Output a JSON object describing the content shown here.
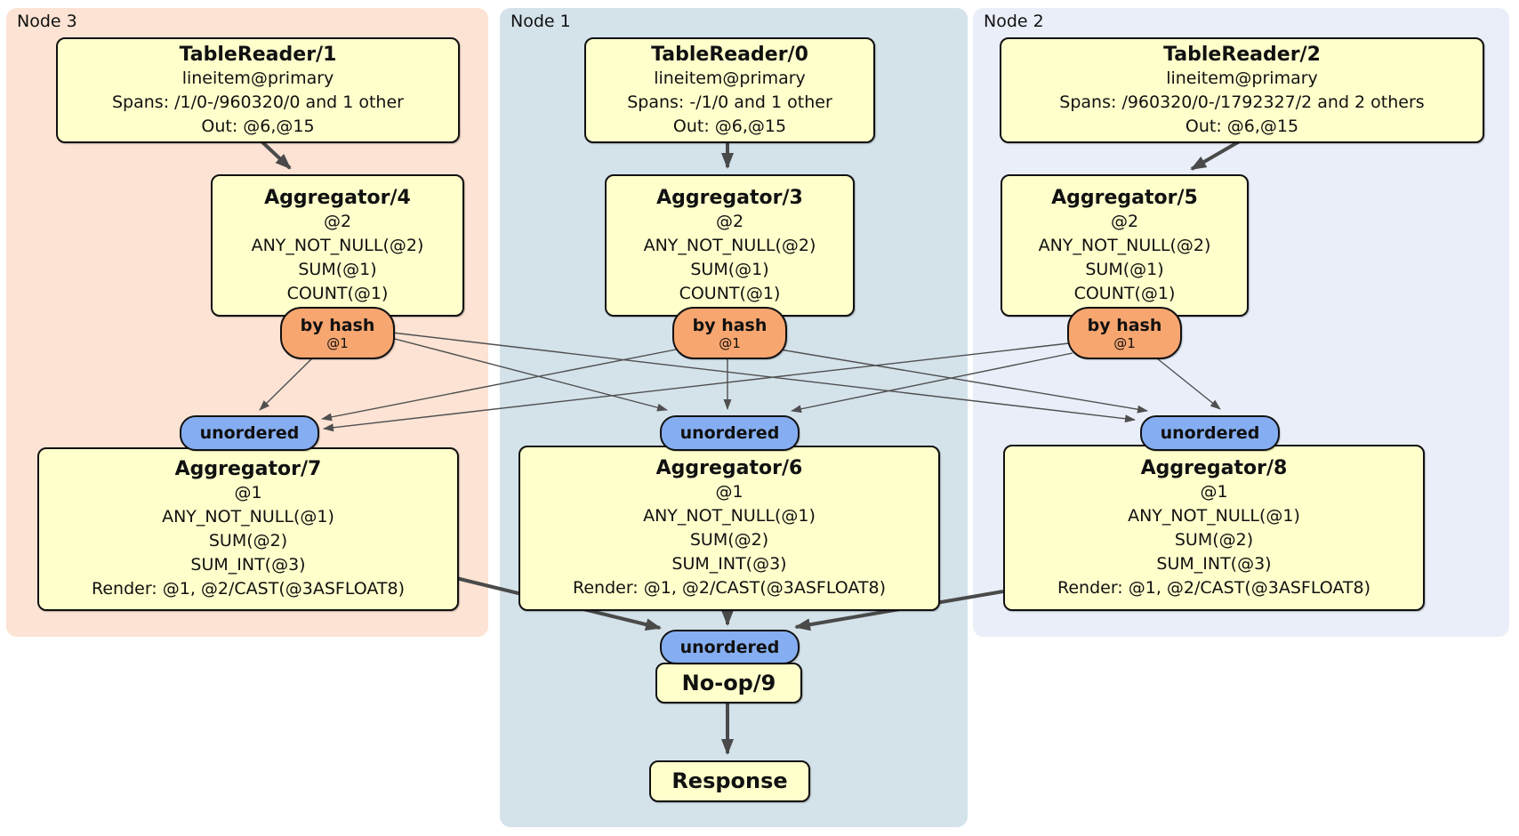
{
  "diagram": {
    "panels": {
      "node3": {
        "label": "Node 3"
      },
      "node1": {
        "label": "Node 1"
      },
      "node2": {
        "label": "Node 2"
      }
    },
    "nodes": {
      "tr1": {
        "title": "TableReader/1",
        "lines": [
          "lineitem@primary",
          "Spans: /1/0-/960320/0 and 1 other",
          "Out: @6,@15"
        ]
      },
      "tr0": {
        "title": "TableReader/0",
        "lines": [
          "lineitem@primary",
          "Spans: -/1/0 and 1 other",
          "Out: @6,@15"
        ]
      },
      "tr2": {
        "title": "TableReader/2",
        "lines": [
          "lineitem@primary",
          "Spans: /960320/0-/1792327/2 and 2 others",
          "Out: @6,@15"
        ]
      },
      "agg4": {
        "title": "Aggregator/4",
        "lines": [
          "@2",
          "ANY_NOT_NULL(@2)",
          "SUM(@1)",
          "COUNT(@1)"
        ]
      },
      "agg3": {
        "title": "Aggregator/3",
        "lines": [
          "@2",
          "ANY_NOT_NULL(@2)",
          "SUM(@1)",
          "COUNT(@1)"
        ]
      },
      "agg5": {
        "title": "Aggregator/5",
        "lines": [
          "@2",
          "ANY_NOT_NULL(@2)",
          "SUM(@1)",
          "COUNT(@1)"
        ]
      },
      "agg7": {
        "title": "Aggregator/7",
        "lines": [
          "@1",
          "ANY_NOT_NULL(@1)",
          "SUM(@2)",
          "SUM_INT(@3)",
          "Render: @1, @2/CAST(@3ASFLOAT8)"
        ]
      },
      "agg6": {
        "title": "Aggregator/6",
        "lines": [
          "@1",
          "ANY_NOT_NULL(@1)",
          "SUM(@2)",
          "SUM_INT(@3)",
          "Render: @1, @2/CAST(@3ASFLOAT8)"
        ]
      },
      "agg8": {
        "title": "Aggregator/8",
        "lines": [
          "@1",
          "ANY_NOT_NULL(@1)",
          "SUM(@2)",
          "SUM_INT(@3)",
          "Render: @1, @2/CAST(@3ASFLOAT8)"
        ]
      },
      "noop": {
        "title": "No-op/9"
      },
      "response": {
        "title": "Response"
      }
    },
    "routers": {
      "hash": {
        "label": "by hash",
        "key": "@1"
      },
      "unordered": {
        "label": "unordered"
      }
    },
    "colors": {
      "panel-node3": "#fce3d3",
      "panel-node1": "#d4e2ea",
      "panel-node2": "#e9eef8",
      "node-box": "#ffffcc",
      "hash-router": "#f7a670",
      "unordered-router": "#85aef2",
      "edge": "#4a4a4a",
      "border": "#111111"
    }
  }
}
